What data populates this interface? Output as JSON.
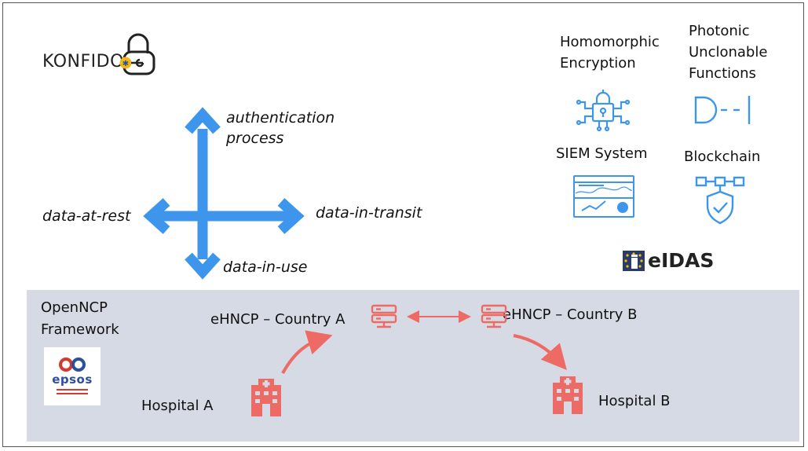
{
  "logo": {
    "text": "KONFIDO"
  },
  "axes": {
    "up": "authentication process",
    "up_lines": [
      "authentication",
      "process"
    ],
    "left": "data-at-rest",
    "right": "data-in-transit",
    "down": "data-in-use"
  },
  "technologies": [
    {
      "label_lines": [
        "Homomorphic",
        "Encryption"
      ],
      "icon": "encryption-circuit-lock-icon"
    },
    {
      "label_lines": [
        "Photonic",
        "Unclonable",
        "Functions"
      ],
      "icon": "photonic-unclonable-icon"
    },
    {
      "label_lines": [
        "SIEM System"
      ],
      "icon": "siem-dashboard-icon"
    },
    {
      "label_lines": [
        "Blockchain"
      ],
      "icon": "blockchain-shield-icon"
    }
  ],
  "eidas": {
    "text": "eIDAS"
  },
  "openncp": {
    "title_lines": [
      "OpenNCP",
      "Framework"
    ],
    "epsos_text": "epsos",
    "country_a": "eHNCP – Country A",
    "country_b": "eHNCP – Country B",
    "hospital_a": "Hospital A",
    "hospital_b": "Hospital B"
  },
  "colors": {
    "arrow_blue": "#3d96ec",
    "icon_blue": "#3d96ec",
    "salmon": "#ee6b65",
    "band": "#d5dae5",
    "konfido_yellow": "#f2b615",
    "epsos_red": "#d43b2e",
    "epsos_blue": "#2c4f9e"
  }
}
